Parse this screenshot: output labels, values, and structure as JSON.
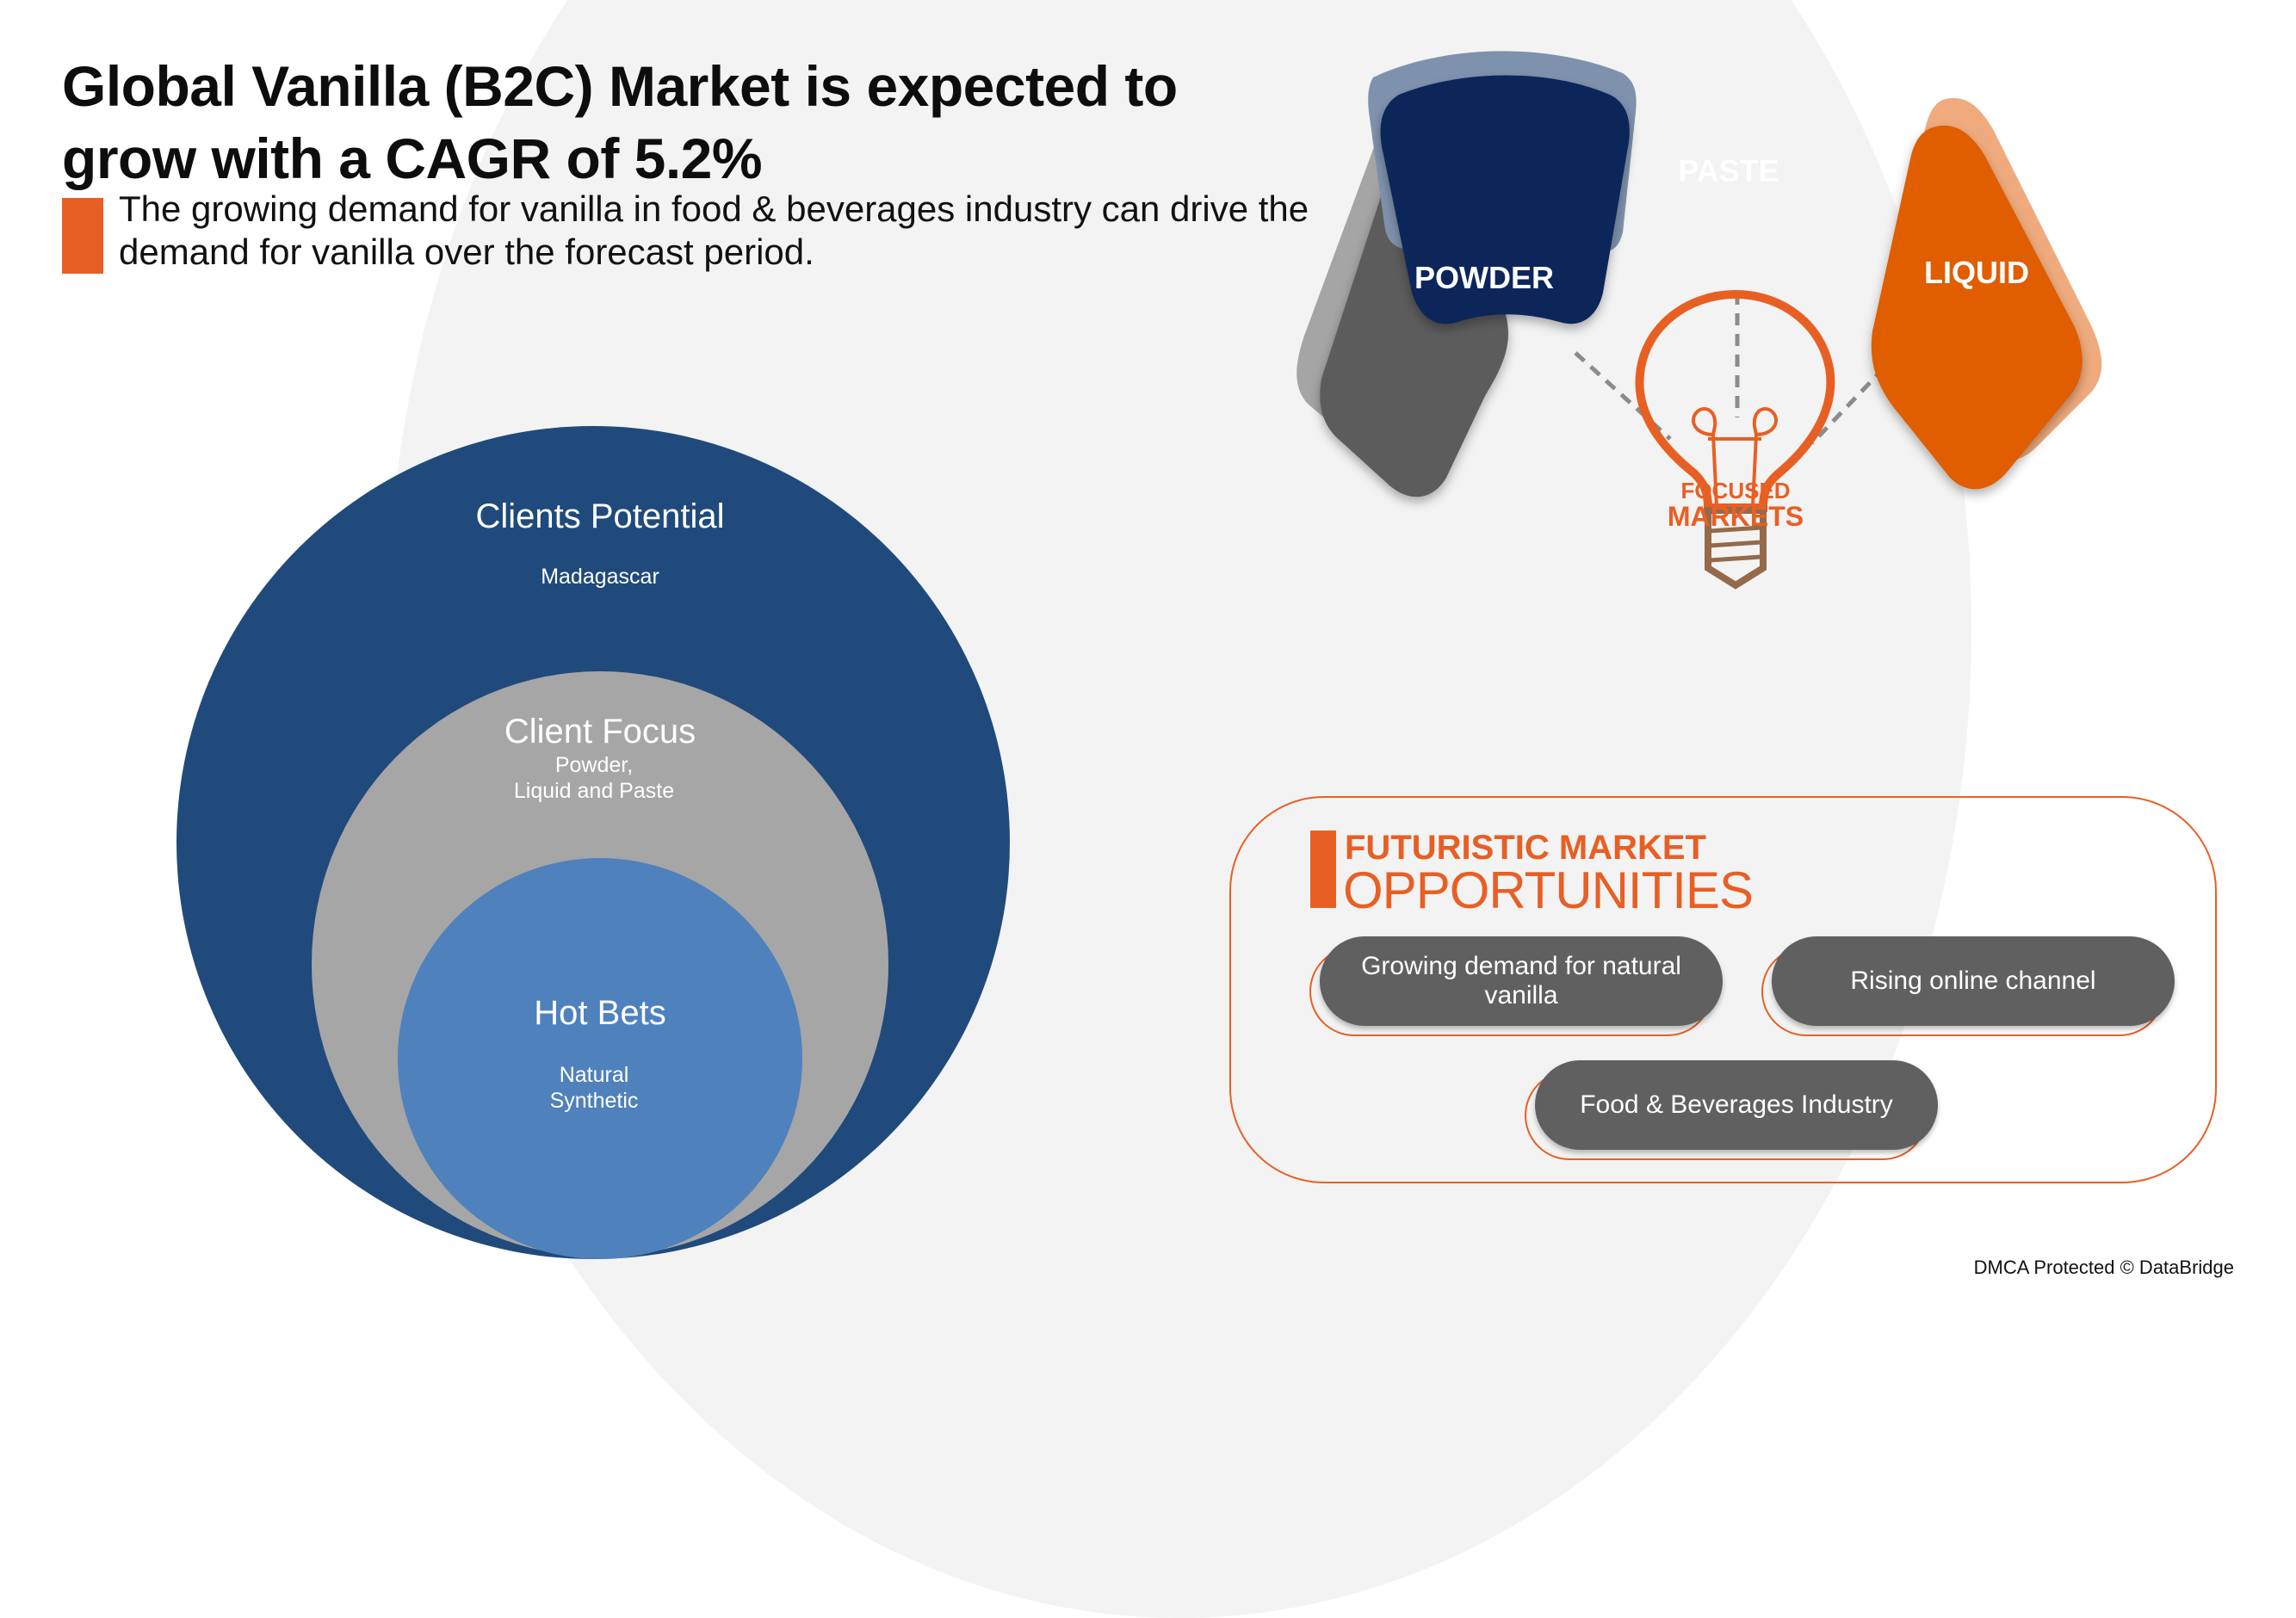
{
  "header": {
    "title": "Global Vanilla (B2C) Market is expected to grow with a CAGR of 5.2%",
    "subtitle": "The growing demand for vanilla in food & beverages industry can drive the demand for vanilla over the forecast period.",
    "cagr": "5.2%"
  },
  "circles": {
    "outer": {
      "title": "Clients Potential",
      "items": "Madagascar"
    },
    "middle": {
      "title": "Client Focus",
      "line1": "Powder,",
      "line2": "Liquid and Paste"
    },
    "inner": {
      "title": "Hot Bets",
      "line1": "Natural",
      "line2": "Synthetic"
    }
  },
  "product_forms": {
    "items": [
      {
        "label": "POWDER",
        "color": "#5b5b5b",
        "back_color": "#a5a5a5"
      },
      {
        "label": "PASTE",
        "color": "#0a285a",
        "back_color": "#7f92ad"
      },
      {
        "label": "LIQUID",
        "color": "#e05d04",
        "back_color": "#efab7e"
      }
    ],
    "bulb": {
      "line1": "FOCUSED",
      "line2": "MARKETS"
    }
  },
  "opportunities": {
    "heading1": "FUTURISTIC MARKET",
    "heading2": "OPPORTUNITIES",
    "items": [
      "Growing demand for natural vanilla",
      "Rising online channel",
      "Food & Beverages Industry"
    ]
  },
  "colors": {
    "accent": "#e85f24",
    "navy": "#204a7c",
    "gray": "#a6a6a6",
    "blue": "#4f81bd"
  },
  "footer": {
    "text": "DMCA Protected © DataBridge"
  }
}
